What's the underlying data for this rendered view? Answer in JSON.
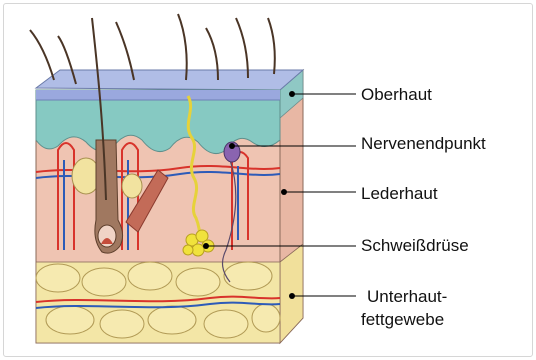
{
  "figure": {
    "labels": [
      "Oberhaut",
      "Nervenendpunkt",
      "Lederhaut",
      "Schweißdrüse",
      "Unterhaut-",
      "fettgewebe"
    ]
  },
  "colors": {
    "epidermis": "#7fc6c3",
    "epidermis_top": "#8fa0d6",
    "dermis": "#efc4b2",
    "fat": "#f3e6a6",
    "artery": "#d8332b",
    "vein": "#2d5bb8",
    "nerve": "#f0e23c",
    "hair": "#4a3526"
  }
}
